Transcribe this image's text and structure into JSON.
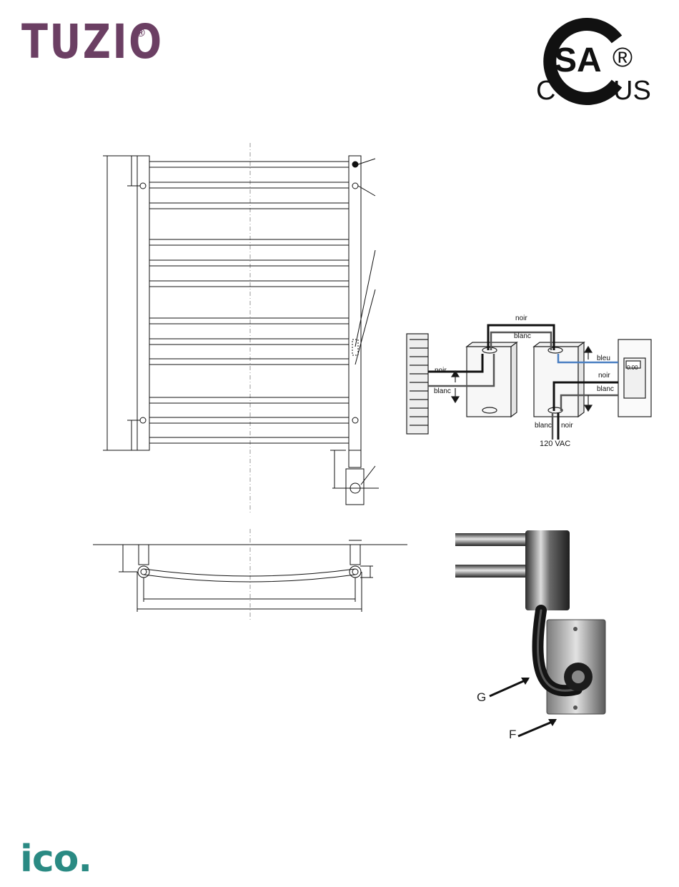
{
  "header": {
    "brand_name": "TUZIO",
    "brand_registered_mark": "®",
    "certification": {
      "symbol_text": "SA",
      "registered_mark": "®",
      "left_label": "C",
      "right_label": "US"
    }
  },
  "wiring_diagram": {
    "top_wire_black": "noir",
    "top_wire_white": "blanc",
    "towel_side_black": "noir",
    "towel_side_white": "blanc",
    "switch_blue": "bleu",
    "switch_black": "noir",
    "switch_white": "blanc",
    "supply_white": "blanc",
    "supply_black": "noir",
    "supply_voltage": "120 VAC",
    "timer_display": "0:00"
  },
  "photo": {
    "label_g": "G",
    "label_f": "F"
  },
  "footer": {
    "logo_text": "ico."
  },
  "colors": {
    "brand_purple": "#6b3f63",
    "footer_teal": "#2a8a83",
    "wire_blue": "#4a7fc1"
  }
}
